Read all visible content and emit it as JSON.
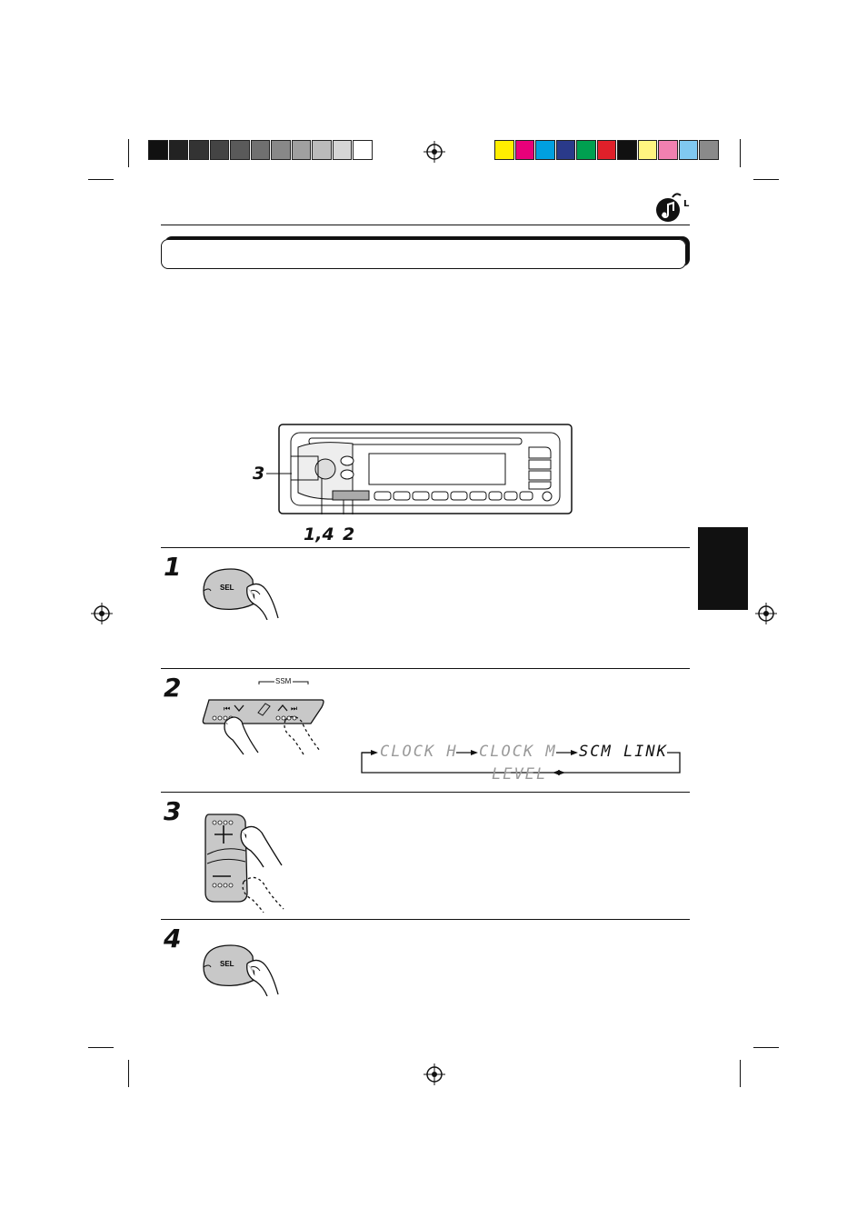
{
  "registration": {
    "grays": [
      "#111111",
      "#222222",
      "#333333",
      "#444444",
      "#5a5a5a",
      "#707070",
      "#888888",
      "#a0a0a0",
      "#bbbbbb",
      "#d5d5d5",
      "#ffffff"
    ],
    "colors": [
      "#ffee00",
      "#e8007a",
      "#00a0e0",
      "#2a3a8a",
      "#00a050",
      "#e0202a",
      "#111111",
      "#fff580",
      "#f080b0",
      "#80c8f0",
      "#8a8a8a"
    ]
  },
  "header": {
    "icon": "music-note-icon"
  },
  "diagram": {
    "callout_3": "3",
    "callout_14": "1,4",
    "callout_2": "2"
  },
  "steps": [
    {
      "number": "1",
      "button": "SEL"
    },
    {
      "number": "2",
      "ssm_label": "SSM"
    },
    {
      "number": "3"
    },
    {
      "number": "4",
      "button": "SEL"
    }
  ],
  "menu_cycle": {
    "item1": "CLOCK H",
    "item2": "CLOCK M",
    "item3": "SCM LINK",
    "item4": "LEVEL"
  }
}
